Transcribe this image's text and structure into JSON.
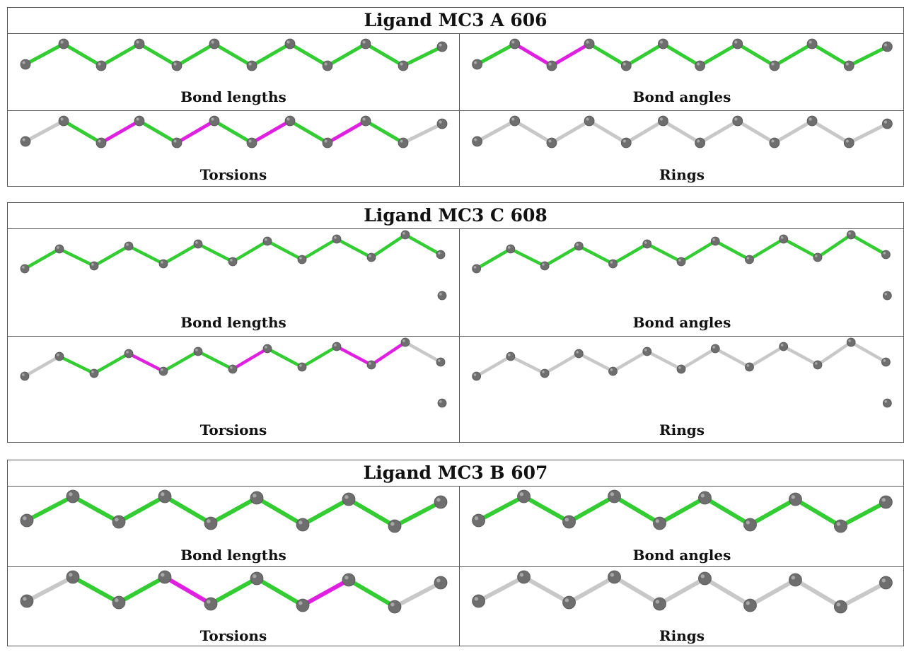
{
  "colors": {
    "bond_ok": "#33cc33",
    "bond_outlier": "#e020e0",
    "bond_none": "#c8c8c8",
    "atom": "#6e6e6e"
  },
  "panels": [
    {
      "title": "Ligand MC3 A 606",
      "cells": [
        {
          "label": "Bond lengths",
          "bond_colors": [
            "green",
            "green",
            "green",
            "green",
            "green",
            "green",
            "green",
            "green",
            "green",
            "green",
            "green"
          ]
        },
        {
          "label": "Bond angles",
          "bond_colors": [
            "green",
            "magenta",
            "magenta",
            "green",
            "green",
            "green",
            "green",
            "green",
            "green",
            "green",
            "green"
          ]
        },
        {
          "label": "Torsions",
          "bond_colors": [
            "gray",
            "green",
            "magenta",
            "green",
            "magenta",
            "green",
            "magenta",
            "green",
            "magenta",
            "green",
            "gray"
          ]
        },
        {
          "label": "Rings",
          "bond_colors": [
            "gray",
            "gray",
            "gray",
            "gray",
            "gray",
            "gray",
            "gray",
            "gray",
            "gray",
            "gray",
            "gray"
          ]
        }
      ]
    },
    {
      "title": "Ligand MC3 C 608",
      "cells": [
        {
          "label": "Bond lengths",
          "bond_colors": [
            "green",
            "green",
            "green",
            "green",
            "green",
            "green",
            "green",
            "green",
            "green",
            "green",
            "green",
            "green"
          ]
        },
        {
          "label": "Bond angles",
          "bond_colors": [
            "green",
            "green",
            "green",
            "green",
            "green",
            "green",
            "green",
            "green",
            "green",
            "green",
            "green",
            "green"
          ]
        },
        {
          "label": "Torsions",
          "bond_colors": [
            "gray",
            "green",
            "green",
            "magenta",
            "green",
            "green",
            "magenta",
            "green",
            "green",
            "magenta",
            "magenta",
            "gray"
          ]
        },
        {
          "label": "Rings",
          "bond_colors": [
            "gray",
            "gray",
            "gray",
            "gray",
            "gray",
            "gray",
            "gray",
            "gray",
            "gray",
            "gray",
            "gray",
            "gray"
          ]
        }
      ]
    },
    {
      "title": "Ligand MC3 B 607",
      "cells": [
        {
          "label": "Bond lengths",
          "bond_colors": [
            "green",
            "green",
            "green",
            "green",
            "green",
            "green",
            "green",
            "green",
            "green"
          ]
        },
        {
          "label": "Bond angles",
          "bond_colors": [
            "green",
            "green",
            "green",
            "green",
            "green",
            "green",
            "green",
            "green",
            "green"
          ]
        },
        {
          "label": "Torsions",
          "bond_colors": [
            "gray",
            "green",
            "green",
            "magenta",
            "green",
            "green",
            "magenta",
            "green",
            "gray"
          ]
        },
        {
          "label": "Rings",
          "bond_colors": [
            "gray",
            "gray",
            "gray",
            "gray",
            "gray",
            "gray",
            "gray",
            "gray",
            "gray"
          ]
        }
      ]
    }
  ]
}
